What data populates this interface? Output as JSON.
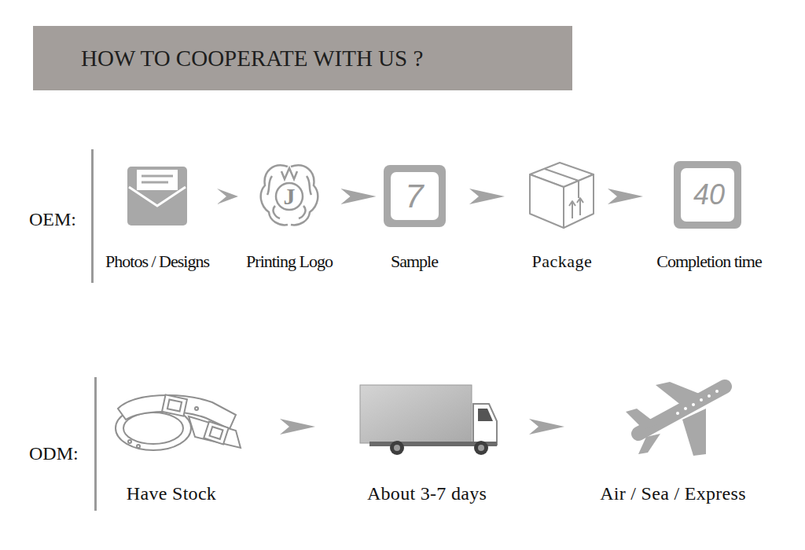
{
  "diagram": {
    "title": "HOW TO COOPERATE WITH US ?",
    "nodes": [
      {
        "text": [
          "Photos / Designs"
        ]
      },
      {
        "text": [
          "J",
          "Printing Logo"
        ]
      },
      {
        "text": [
          "7",
          "Sample"
        ]
      },
      {
        "text": [
          "Package"
        ]
      },
      {
        "text": [
          "40",
          "Completion time"
        ]
      },
      {
        "text": [
          "Have Stock"
        ]
      },
      {
        "text": [
          "About 3-7 days"
        ]
      },
      {
        "text": [
          "Air / Sea / Express"
        ]
      }
    ],
    "edges": [
      {
        "from": 0,
        "to": 1,
        "arrow": "to"
      },
      {
        "from": 1,
        "to": 2,
        "arrow": "to"
      },
      {
        "from": 2,
        "to": 3,
        "arrow": "to"
      },
      {
        "from": 3,
        "to": 4,
        "arrow": "to"
      },
      {
        "from": 5,
        "to": 6,
        "arrow": "to"
      },
      {
        "from": 6,
        "to": 7,
        "arrow": "to"
      }
    ],
    "labels": [
      "OEM:",
      "ODM:"
    ]
  }
}
